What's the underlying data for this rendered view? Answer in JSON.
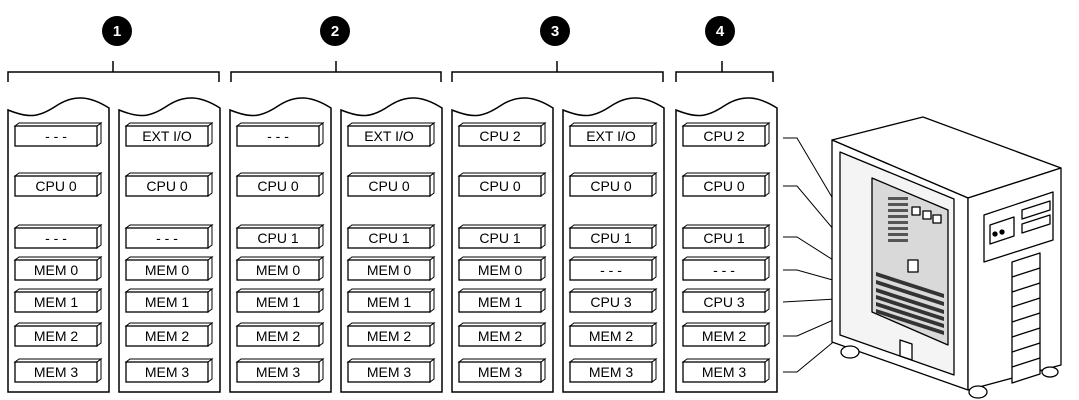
{
  "configurations": [
    {
      "number": "1",
      "cards": [
        {
          "slots": [
            "- - -",
            "CPU 0",
            "- - -",
            "MEM 0",
            "MEM 1",
            "MEM 2",
            "MEM 3"
          ]
        },
        {
          "slots": [
            "EXT I/O",
            "CPU 0",
            "- - -",
            "MEM 0",
            "MEM 1",
            "MEM 2",
            "MEM 3"
          ]
        }
      ]
    },
    {
      "number": "2",
      "cards": [
        {
          "slots": [
            "- - -",
            "CPU 0",
            "CPU 1",
            "MEM 0",
            "MEM 1",
            "MEM 2",
            "MEM 3"
          ]
        },
        {
          "slots": [
            "EXT I/O",
            "CPU 0",
            "CPU 1",
            "MEM 0",
            "MEM 1",
            "MEM 2",
            "MEM 3"
          ]
        }
      ]
    },
    {
      "number": "3",
      "cards": [
        {
          "slots": [
            "CPU 2",
            "CPU 0",
            "CPU 1",
            "MEM 0",
            "MEM 1",
            "MEM 2",
            "MEM 3"
          ]
        },
        {
          "slots": [
            "EXT I/O",
            "CPU 0",
            "CPU 1",
            "- - -",
            "CPU 3",
            "MEM 2",
            "MEM 3"
          ]
        }
      ]
    },
    {
      "number": "4",
      "cards": [
        {
          "slots": [
            "CPU 2",
            "CPU 0",
            "CPU 1",
            "- - -",
            "CPU 3",
            "MEM 2",
            "MEM 3"
          ]
        }
      ]
    }
  ]
}
